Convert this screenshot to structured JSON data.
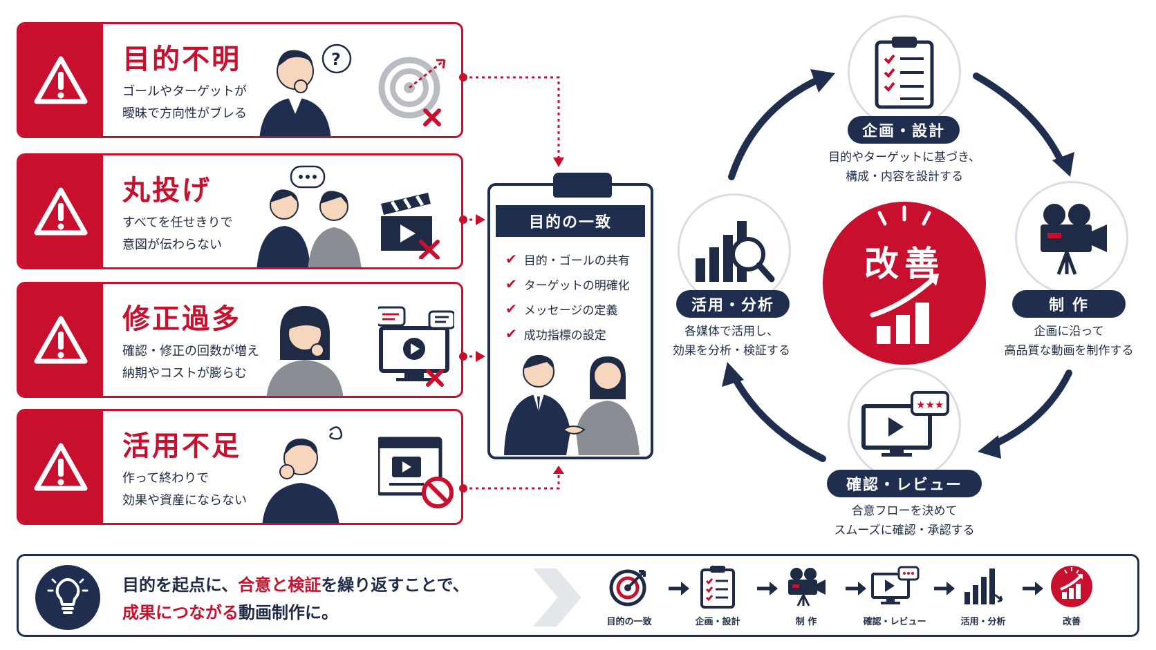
{
  "problems": [
    {
      "title": "目的不明",
      "desc": [
        "ゴールやターゲットが",
        "曖昧で方向性がブレる"
      ],
      "icon": "target-miss-icon"
    },
    {
      "title": "丸投げ",
      "desc": [
        "すべてを任せきりで",
        "意図が伝わらない"
      ],
      "icon": "clapperboard-icon"
    },
    {
      "title": "修正過多",
      "desc": [
        "確認・修正の回数が増え",
        "納期やコストが膨らむ"
      ],
      "icon": "video-comments-icon"
    },
    {
      "title": "活用不足",
      "desc": [
        "作って終わりで",
        "効果や資産にならない"
      ],
      "icon": "video-prohibited-icon"
    }
  ],
  "clipboard": {
    "title": "目的の一致",
    "items": [
      "目的・ゴールの共有",
      "ターゲットの明確化",
      "メッセージの定義",
      "成功指標の設定"
    ]
  },
  "cycle": {
    "center": "改善",
    "nodes": [
      {
        "label": "企画・設計",
        "desc": [
          "目的やターゲットに基づき、",
          "構成・内容を設計する"
        ],
        "icon": "clipboard-checklist-icon"
      },
      {
        "label": "制 作",
        "desc": [
          "企画に沿って",
          "高品質な動画を制作する"
        ],
        "icon": "video-camera-icon"
      },
      {
        "label": "確認・レビュー",
        "desc": [
          "合意フローを決めて",
          "スムーズに確認・承認する"
        ],
        "icon": "monitor-review-icon"
      },
      {
        "label": "活用・分析",
        "desc": [
          "各媒体で活用し、",
          "効果を分析・検証する"
        ],
        "icon": "chart-magnifier-icon"
      }
    ]
  },
  "banner": {
    "line1_pre": "目的を起点に、",
    "line1_red": "合意と検証",
    "line1_post": "を繰り返すことで、",
    "line2_red": "成果につながる",
    "line2_post": "動画制作に。",
    "steps": [
      "目的の一致",
      "企画・設計",
      "制 作",
      "確認・レビュー",
      "活用・分析",
      "改善"
    ]
  },
  "colors": {
    "red": "#c8102e",
    "navy": "#1f2e4f"
  }
}
